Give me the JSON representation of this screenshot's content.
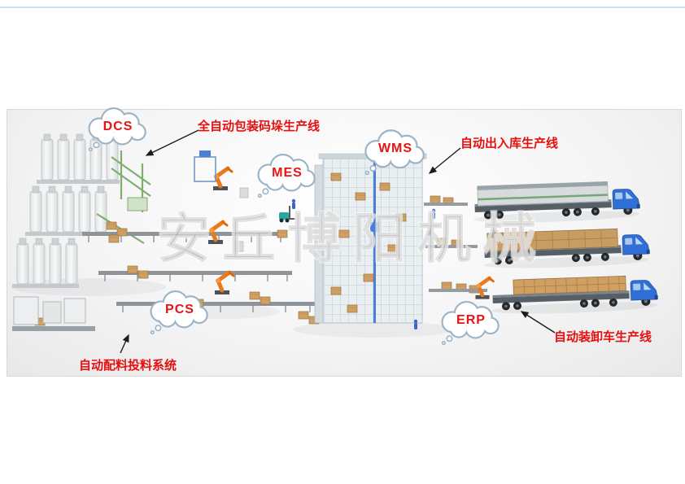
{
  "clouds": [
    {
      "label": "DCS"
    },
    {
      "label": "MES"
    },
    {
      "label": "WMS"
    },
    {
      "label": "PCS"
    },
    {
      "label": "ERP"
    }
  ],
  "annotations": {
    "packing_line": "全自动包装码垛生产线",
    "inout_line": "自动出入库生产线",
    "loading_line": "自动装卸车生产线",
    "batching_line": "自动配料投料系统"
  },
  "watermark": "安丘博阳机械",
  "icons": {
    "cloud": "thought-cloud-icon",
    "arrow": "pointer-arrow-icon"
  },
  "colors": {
    "annotation_red": "#e60f0f",
    "cloud_outline": "#9db4c6",
    "watermark_gray": "#7d7d7d",
    "truck_blue": "#2f6fd6",
    "robot_orange": "#e8791d",
    "box_tan": "#cf9f63",
    "rack_gray": "#e9eef1",
    "green_accent": "#7fae6f"
  }
}
